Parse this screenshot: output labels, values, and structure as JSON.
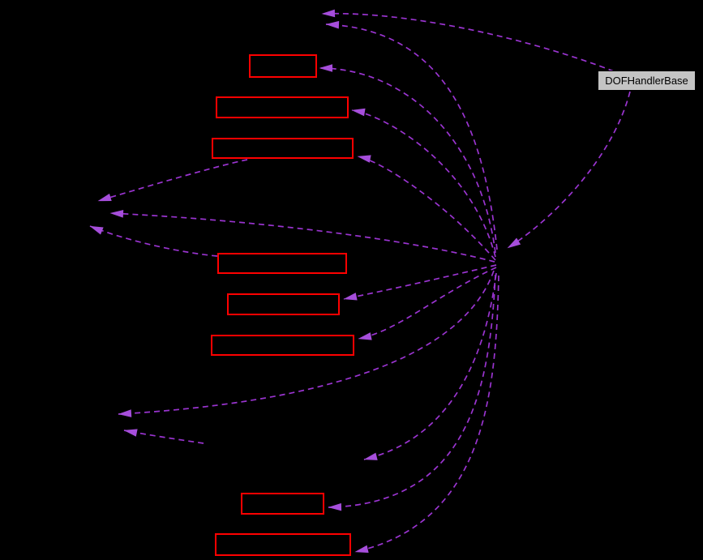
{
  "diagram": {
    "kind": "collaboration-graph",
    "background_color": "#000000",
    "edge_color": "#9a34d0",
    "arrowhead_color": "#a64edb",
    "edge_style": "dashed",
    "red_box_border_color": "#ff0000",
    "red_box_fill_color": "#000000",
    "unlabeled_red_box_count": 8
  },
  "nodes": {
    "dof_handler_base": {
      "label": "DOFHandlerBase",
      "fill_color": "#c4c4c4",
      "border_color": "#000000",
      "text_color": "#000000"
    }
  }
}
